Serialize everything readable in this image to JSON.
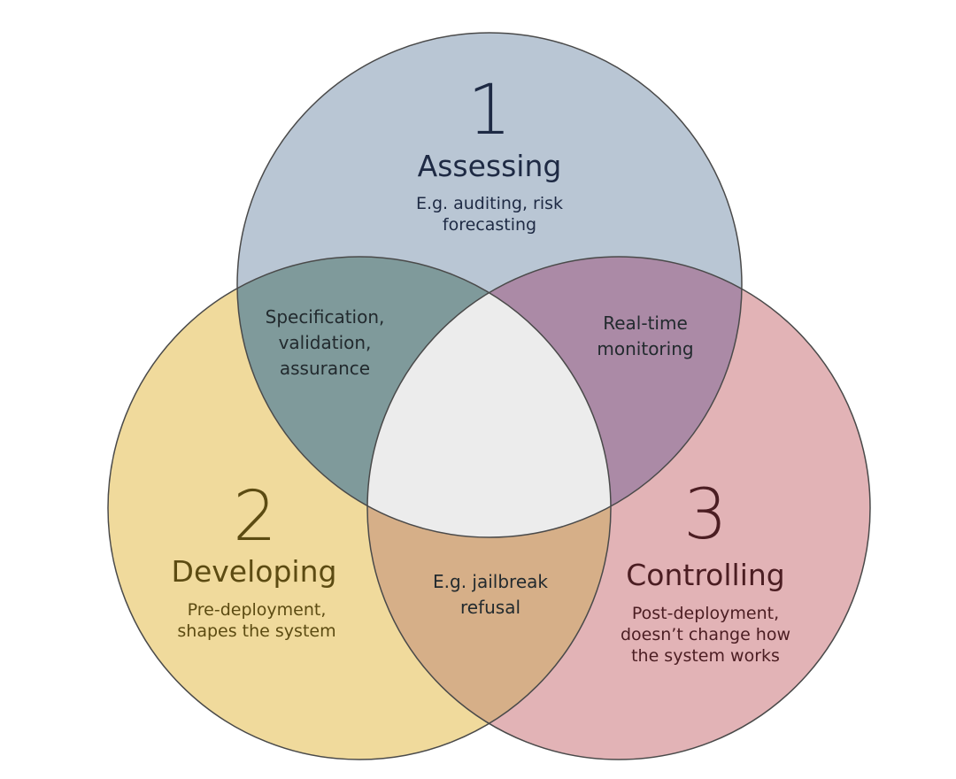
{
  "colors": {
    "assessing": "#b9c6d4",
    "developing": "#f0da9c",
    "controlling": "#e2b3b6",
    "assess_develop": "#7f9a9b",
    "assess_control": "#ab8aa6",
    "develop_control": "#d6af88",
    "center": "#ececec",
    "stroke": "#4a4a4a"
  },
  "sets": [
    {
      "number": "1",
      "title": "Assessing",
      "lines": [
        "E.g. auditing, risk",
        "forecasting"
      ]
    },
    {
      "number": "2",
      "title": "Developing",
      "lines": [
        "Pre-deployment,",
        "shapes the system"
      ]
    },
    {
      "number": "3",
      "title": "Controlling",
      "lines": [
        "Post-deployment,",
        "doesn’t change how",
        "the system works"
      ]
    }
  ],
  "overlaps": {
    "assess_develop": [
      "Specification,",
      "validation,",
      "assurance"
    ],
    "assess_control": [
      "Real-time",
      "monitoring"
    ],
    "develop_control": [
      "E.g. jailbreak",
      "refusal"
    ]
  }
}
